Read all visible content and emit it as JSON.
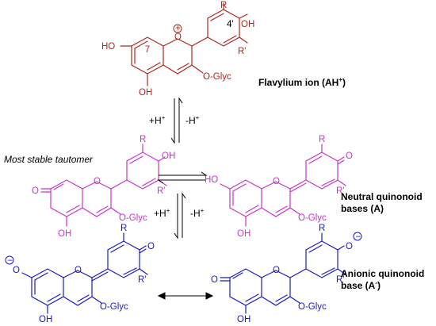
{
  "colors": {
    "flavylium": "#b3261e",
    "magenta": "#cc33cc",
    "blue": "#1a1ac8",
    "black": "#000000"
  },
  "labels": {
    "flavylium_caption": "Flavylium ion (AH",
    "flavylium_sup": "+",
    "flavylium_close": ")",
    "neutral_caption_1": "Neutral quinonoid",
    "neutral_caption_2": "bases (A)",
    "anionic_caption_1": "Anionic quinonoid",
    "anionic_caption_2": "base (A",
    "anionic_sup": "-",
    "anionic_close": ")",
    "most_stable": "Most stable tautomer",
    "plus_h": "+H",
    "minus_h": "-H",
    "h_sup": "+"
  },
  "atoms": {
    "ho": "HO",
    "oh": "OH",
    "o": "O",
    "r": "R",
    "r_prime": "R'",
    "o_glyc": "O-Glyc",
    "pos7": "7",
    "pos4": "4'",
    "minus": "−",
    "plus": "+"
  }
}
